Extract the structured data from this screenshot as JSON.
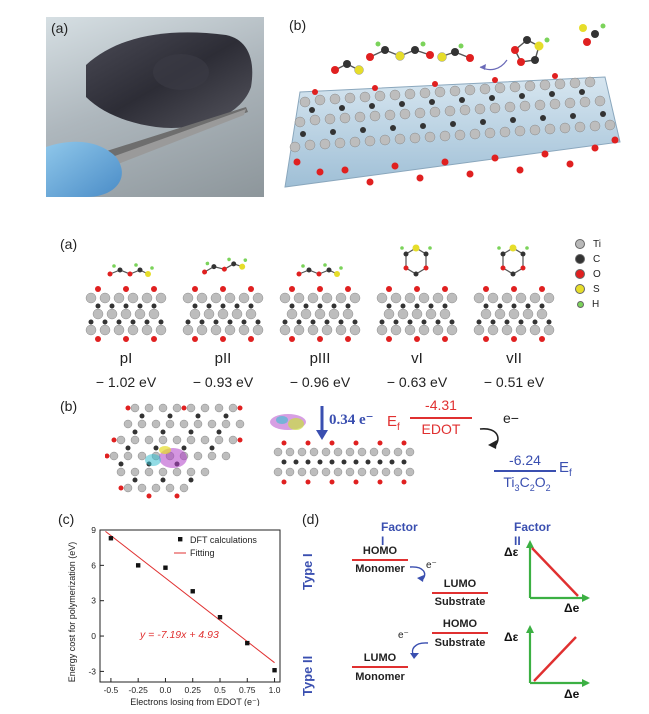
{
  "top": {
    "label_a": "(a)",
    "label_b": "(b)"
  },
  "mid": {
    "label_a": "(a)",
    "label_b": "(b)",
    "configs": [
      {
        "name": "pI",
        "energy": "− 1.02 eV"
      },
      {
        "name": "pII",
        "energy": "− 0.93 eV"
      },
      {
        "name": "pIII",
        "energy": "− 0.96 eV"
      },
      {
        "name": "vI",
        "energy": "− 0.63 eV"
      },
      {
        "name": "vII",
        "energy": "− 0.51 eV"
      }
    ],
    "legend": [
      {
        "symbol": "Ti",
        "color": "#b8b8b8"
      },
      {
        "symbol": "C",
        "color": "#333333"
      },
      {
        "symbol": "O",
        "color": "#e02020"
      },
      {
        "symbol": "S",
        "color": "#e6dd2a"
      },
      {
        "symbol": "H",
        "color": "#7bd35a"
      }
    ],
    "charge_transfer": "0.34 e⁻",
    "edot_level": "-4.31",
    "edot_ef": "E",
    "edot_ef_sub": "f",
    "edot_name": "EDOT",
    "electron": "e−",
    "sub_level": "-6.24",
    "sub_ef": "E",
    "sub_ef_sub": "f",
    "sub_name_parts": [
      "Ti",
      "3",
      "C",
      "2",
      "O",
      "2"
    ]
  },
  "bottom": {
    "label_c": "(c)",
    "label_d": "(d)",
    "factor1": "Factor I",
    "factor2": "Factor II",
    "type1": "Type I",
    "type2": "Type II",
    "homo": "HOMO",
    "lumo": "LUMO",
    "monomer": "Monomer",
    "substrate": "Substrate",
    "electron": "e⁻",
    "delta_eps": "Δε",
    "delta_e": "Δe"
  },
  "chart_data": {
    "type": "scatter",
    "xlabel": "Electrons losing from EDOT (e⁻)",
    "ylabel": "Energy cost for polymerization (eV)",
    "xlim": [
      -0.6,
      1.05
    ],
    "ylim": [
      -3.9,
      9
    ],
    "xticks": [
      -0.5,
      -0.25,
      0.0,
      0.25,
      0.5,
      0.75,
      1.0
    ],
    "xtick_labels": [
      "-0.5",
      "-0.25",
      "0.0",
      "0.25",
      "0.5",
      "0.75",
      "1.0"
    ],
    "yticks": [
      -3,
      0,
      3,
      6,
      9
    ],
    "ytick_labels": [
      "-3",
      "0",
      "3",
      "6",
      "9"
    ],
    "series": [
      {
        "name": "DFT calculations",
        "x": [
          -0.5,
          -0.25,
          0.0,
          0.25,
          0.5,
          0.75,
          1.0
        ],
        "y": [
          8.3,
          6.0,
          5.8,
          3.8,
          1.6,
          -0.6,
          -2.9
        ]
      },
      {
        "name": "Fitting",
        "slope": -7.19,
        "intercept": 4.93
      }
    ],
    "equation": "y = -7.19x + 4.93",
    "legend_position": "top-right"
  }
}
